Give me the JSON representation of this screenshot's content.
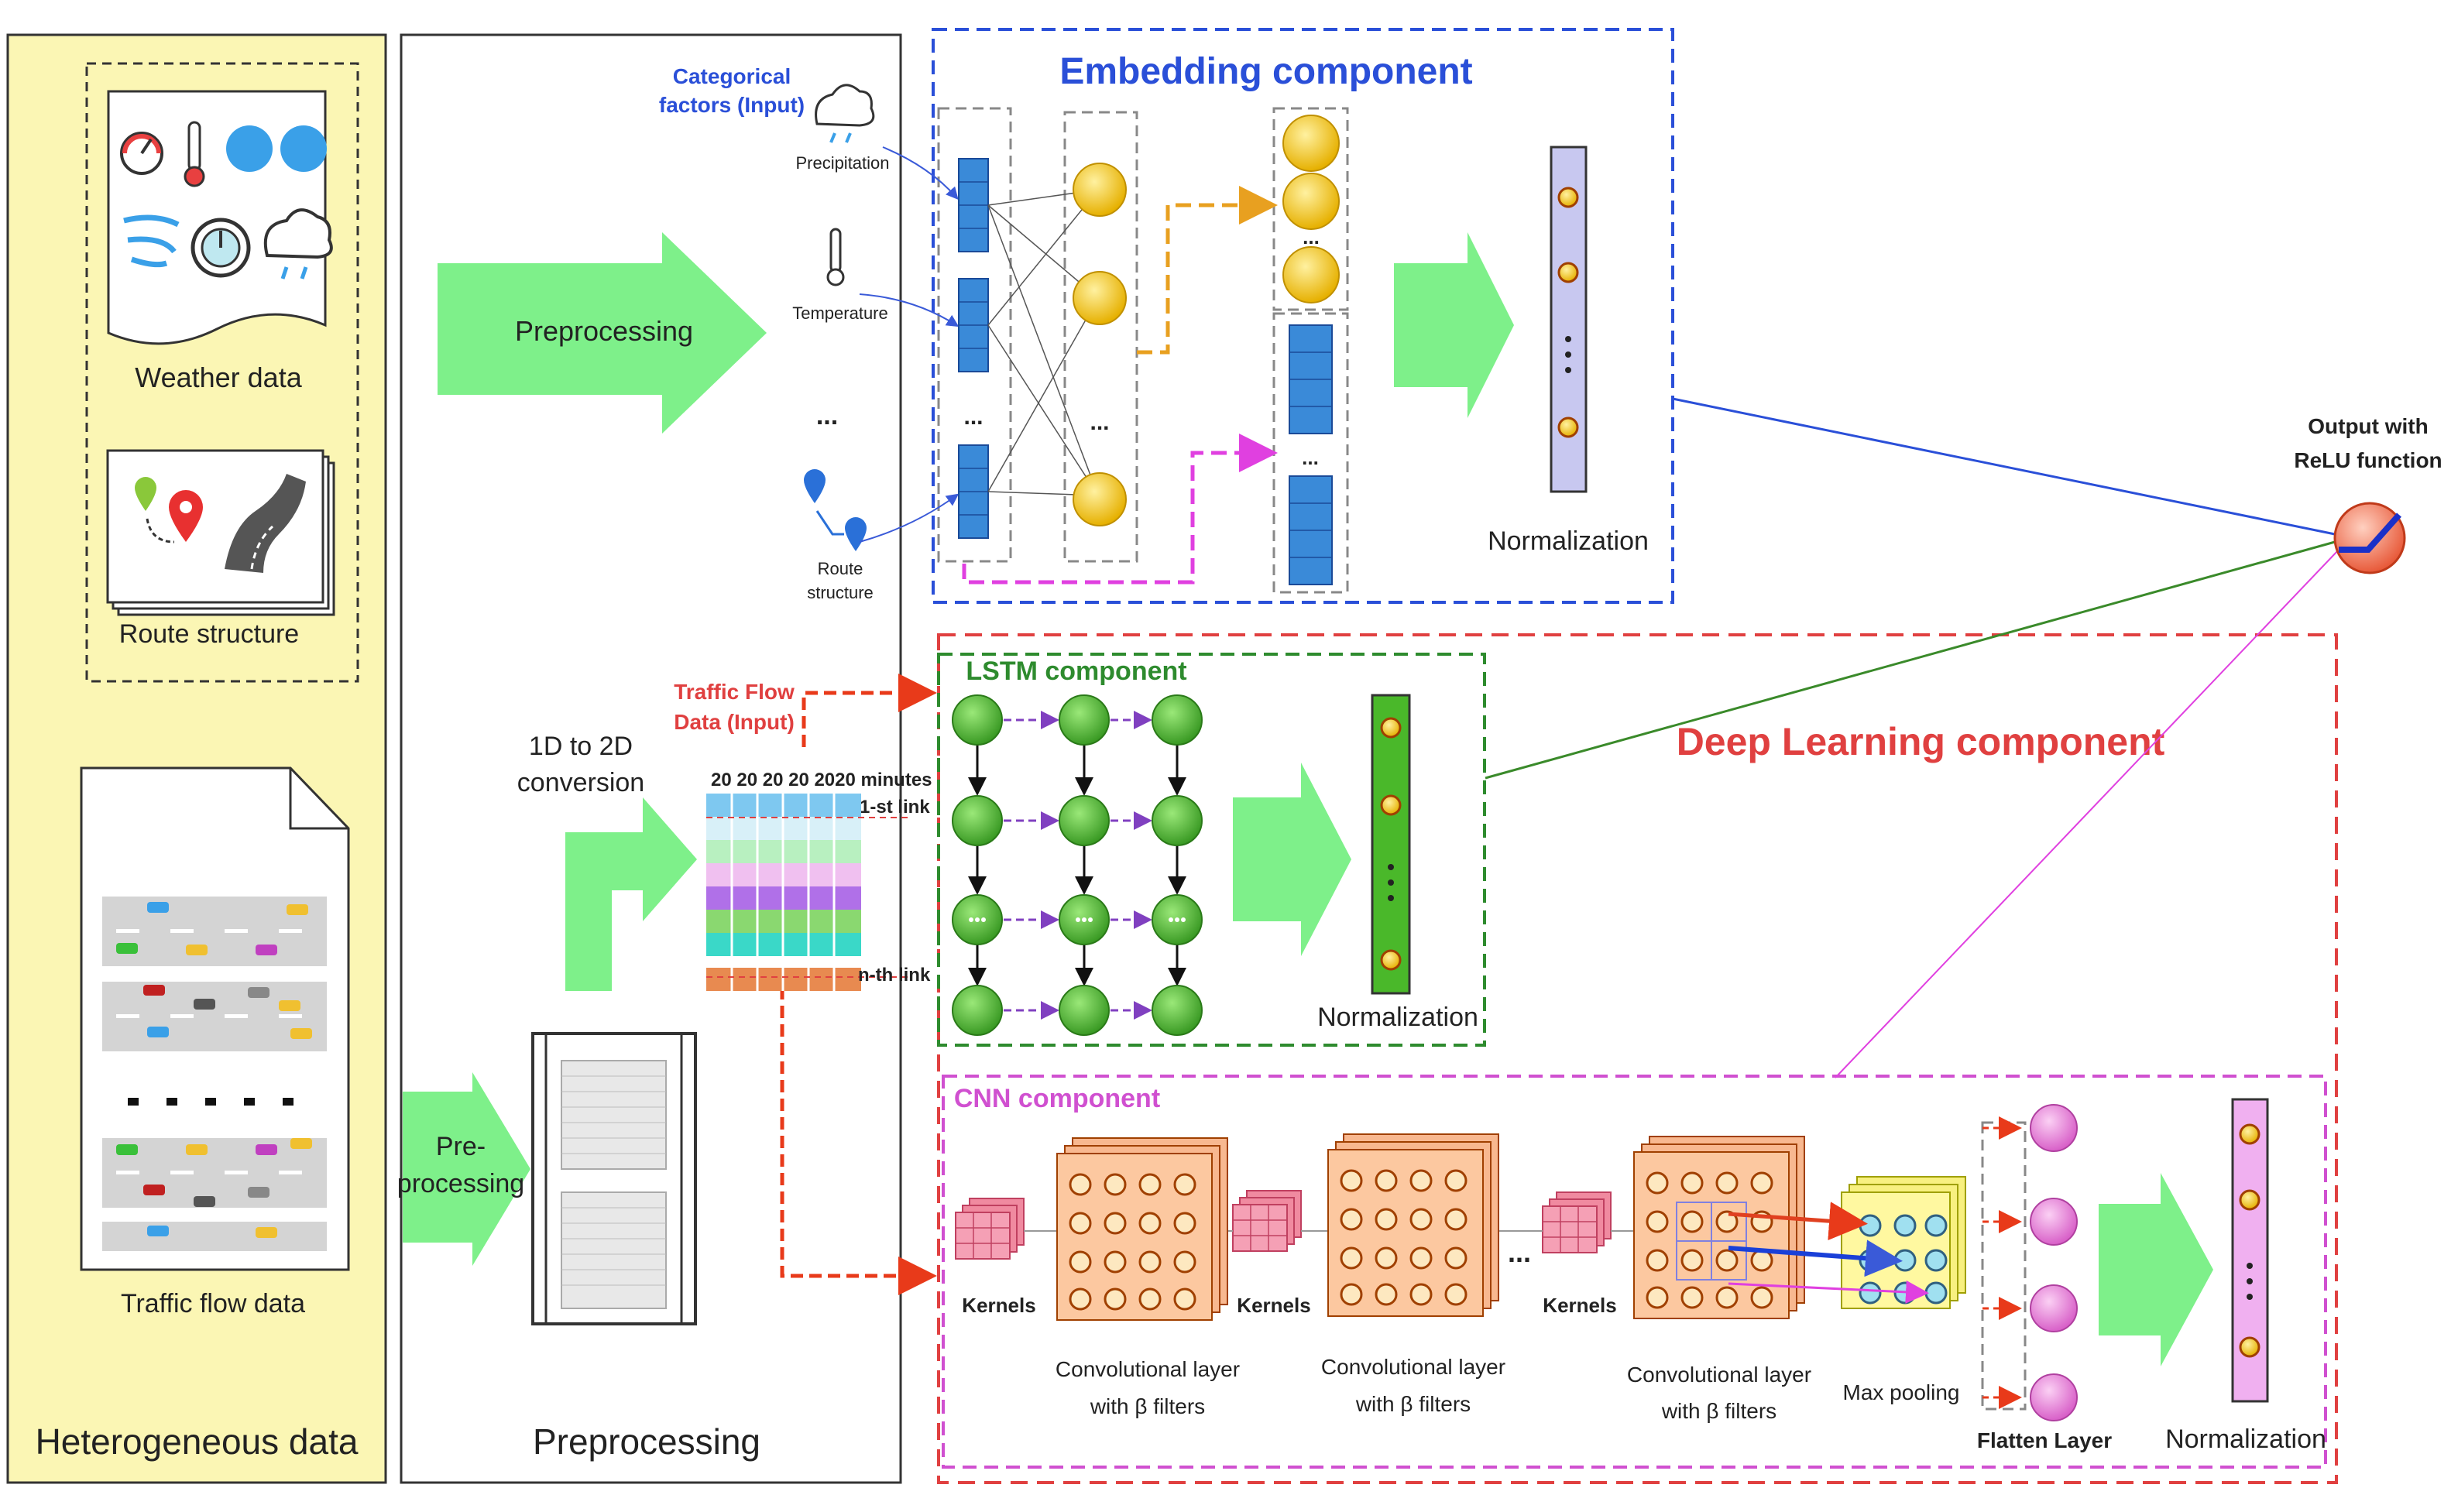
{
  "panels": {
    "heterogeneous": "Heterogeneous data",
    "preprocessing": "Preprocessing",
    "embedding": "Embedding component",
    "deep_learning": "Deep Learning component",
    "lstm": "LSTM component",
    "cnn": "CNN component"
  },
  "inputs": {
    "weather": "Weather data",
    "route": "Route structure",
    "traffic": "Traffic flow data"
  },
  "preprocessing": {
    "arrow_top": "Preprocessing",
    "arrow_bottom_1": "Pre-",
    "arrow_bottom_2": "processing",
    "conversion_1": "1D to 2D",
    "conversion_2": "conversion"
  },
  "embedding": {
    "categorical_1": "Categorical",
    "categorical_2": "factors (Input)",
    "precipitation": "Precipitation",
    "temperature": "Temperature",
    "route_1": "Route",
    "route_2": "structure",
    "ellipsis": "...",
    "normalization": "Normalization"
  },
  "traffic_input": {
    "line1": "Traffic Flow",
    "line2": "Data (Input)",
    "minutes_header": "20 20 20 20 2020 minutes",
    "first_link": "1-st link",
    "nth_link": "n-th link"
  },
  "lstm": {
    "normalization": "Normalization"
  },
  "cnn": {
    "kernels": "Kernels",
    "conv_1": "Convolutional layer",
    "conv_2": "with β filters",
    "max_pooling": "Max pooling",
    "flatten": "Flatten Layer",
    "normalization": "Normalization",
    "ellipsis": "..."
  },
  "output": {
    "line1": "Output with",
    "line2": "ReLU function"
  },
  "colors": {
    "panel_yellow": "#fbf6b4",
    "embedding_border": "#2a4fd8",
    "deep_border": "#e04040",
    "lstm_border": "#2e8b2e",
    "cnn_border": "#d050d0",
    "arrow_green": "#7ef08a",
    "node_yellow": "#f5c400",
    "node_green": "#5cc23a",
    "node_pink": "#f090e0"
  }
}
